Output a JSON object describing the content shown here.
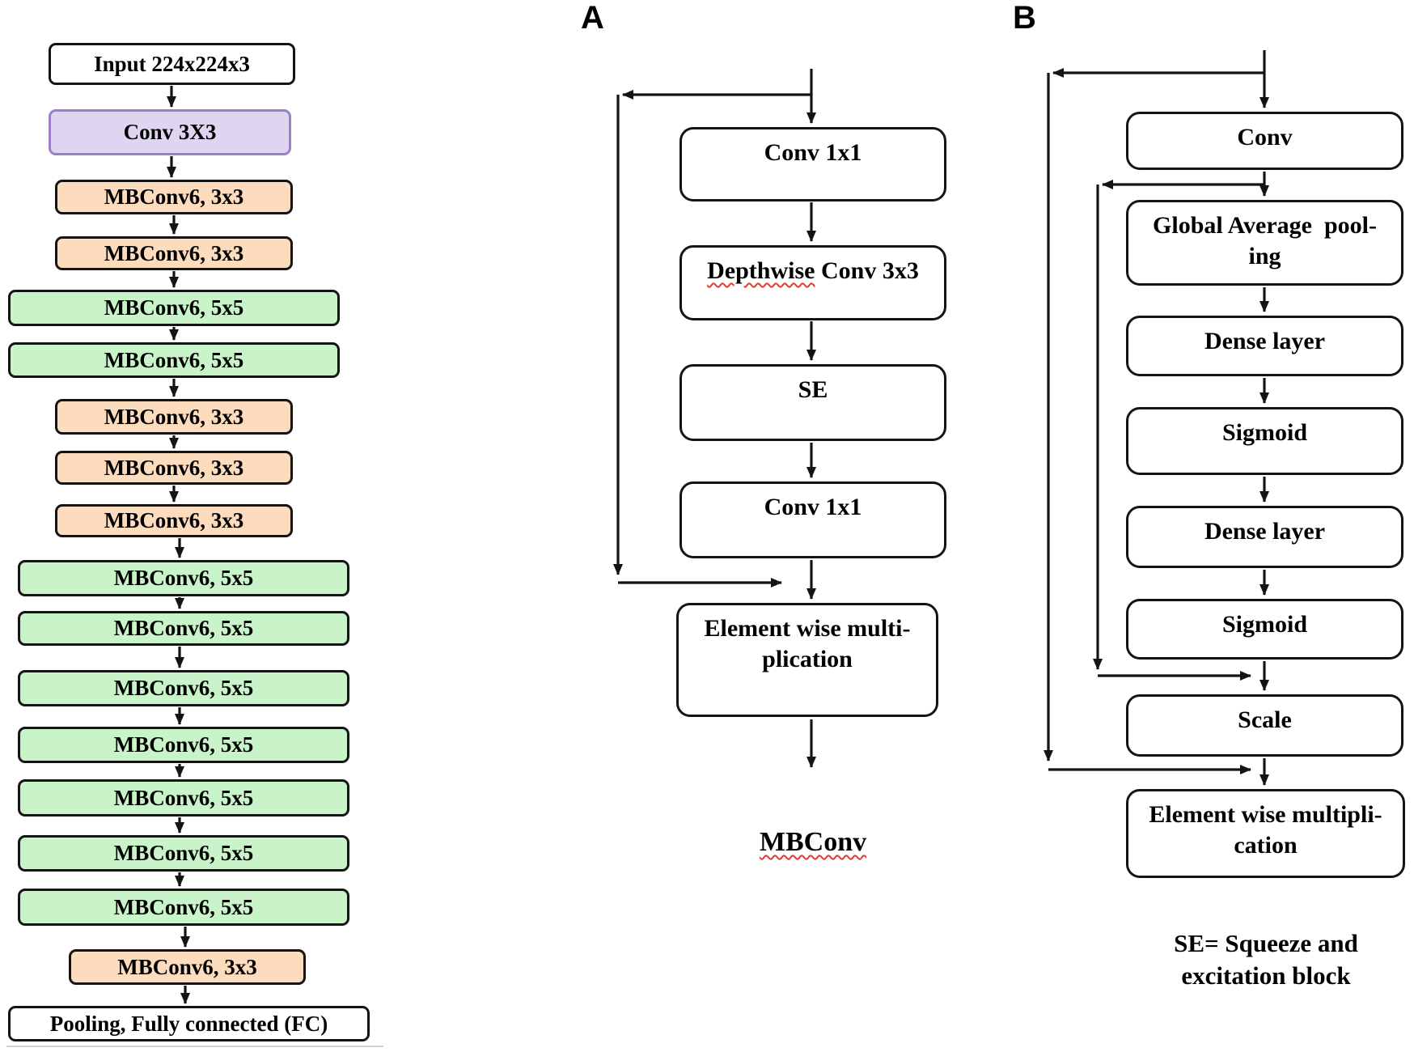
{
  "palette": {
    "box_border": "#141414",
    "purple_fill": "#ded6f0",
    "purple_border": "#9b7fc7",
    "orange_fill": "#fcdcbd",
    "green_fill": "#c9f3c9",
    "white_fill": "#ffffff",
    "spellcheck_underline_red": "#e03c31"
  },
  "left_column": {
    "nodes": [
      {
        "label": "Input 224x224x3",
        "type": "white"
      },
      {
        "label": "Conv 3X3",
        "type": "purple"
      },
      {
        "label": "MBConv6, 3x3",
        "type": "orange"
      },
      {
        "label": "MBConv6, 3x3",
        "type": "orange"
      },
      {
        "label": "MBConv6, 5x5",
        "type": "green"
      },
      {
        "label": "MBConv6, 5x5",
        "type": "green"
      },
      {
        "label": "MBConv6, 3x3",
        "type": "orange"
      },
      {
        "label": "MBConv6, 3x3",
        "type": "orange"
      },
      {
        "label": "MBConv6, 3x3",
        "type": "orange"
      },
      {
        "label": "MBConv6, 5x5",
        "type": "green"
      },
      {
        "label": "MBConv6, 5x5",
        "type": "green"
      },
      {
        "label": "MBConv6, 5x5",
        "type": "green"
      },
      {
        "label": "MBConv6, 5x5",
        "type": "green"
      },
      {
        "label": "MBConv6, 5x5",
        "type": "green"
      },
      {
        "label": "MBConv6, 5x5",
        "type": "green"
      },
      {
        "label": "MBConv6, 5x5",
        "type": "green"
      },
      {
        "label": "MBConv6, 3x3",
        "type": "orange"
      },
      {
        "label": "Pooling, Fully connected (FC)",
        "type": "white"
      }
    ]
  },
  "panel_a": {
    "label": "A",
    "caption": "MBConv",
    "nodes": [
      {
        "label": "Conv 1x1"
      },
      {
        "label": "Depthwise Conv 3x3",
        "underlined_word": "Depthwise",
        "rest": " Conv 3x3"
      },
      {
        "label": "SE"
      },
      {
        "label": "Conv 1x1"
      },
      {
        "label": "Element wise multi-\nplication"
      }
    ]
  },
  "panel_b": {
    "label": "B",
    "caption": "SE= Squeeze and\nexcitation block",
    "nodes": [
      {
        "label": "Conv"
      },
      {
        "label": "Global Average  pool-\ning"
      },
      {
        "label": "Dense layer"
      },
      {
        "label": "Sigmoid"
      },
      {
        "label": "Dense layer"
      },
      {
        "label": "Sigmoid"
      },
      {
        "label": "Scale"
      },
      {
        "label": "Element wise multipli-\ncation"
      }
    ]
  }
}
